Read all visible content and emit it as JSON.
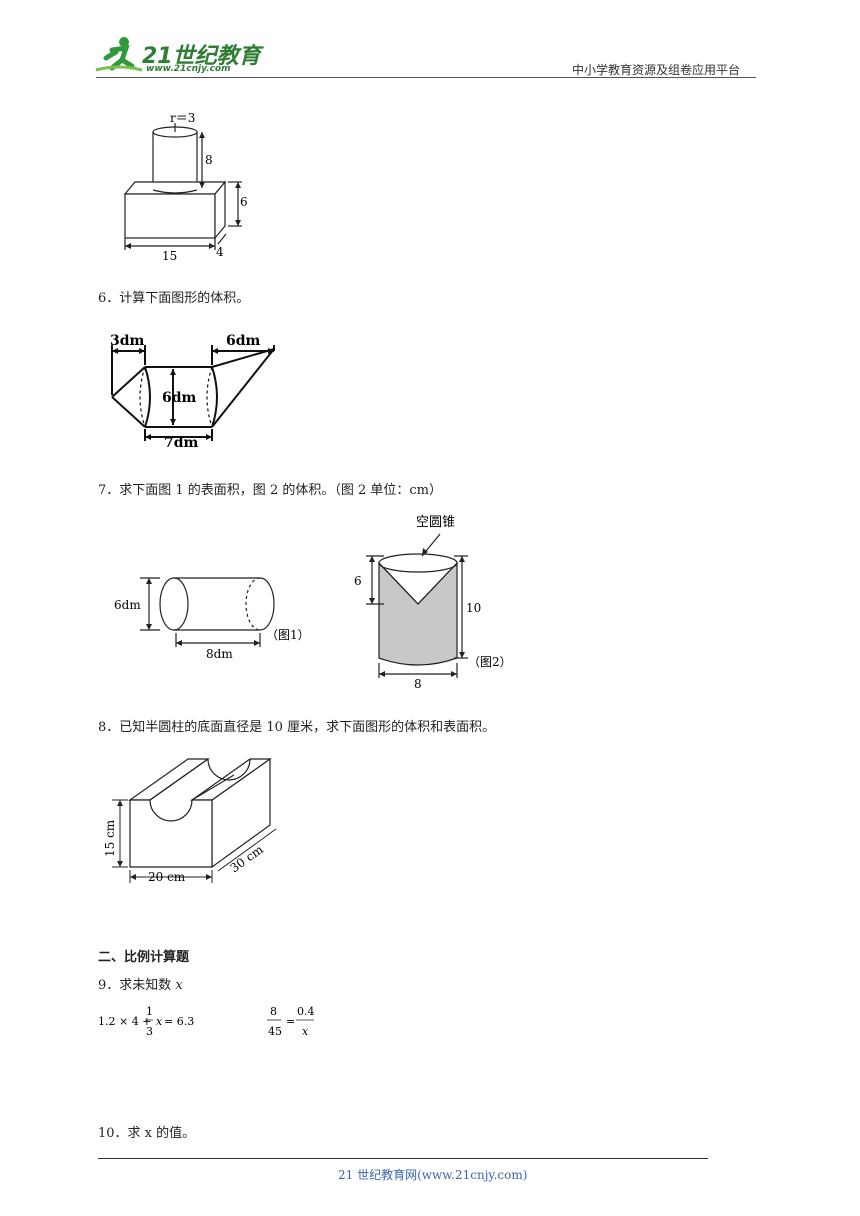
{
  "header": {
    "logo_main": "21世纪教育",
    "logo_url": "www.21cnjy.com",
    "right_text": "中小学教育资源及组卷应用平台"
  },
  "fig5": {
    "r_label": "r＝3",
    "h_label": "8",
    "box_h": "6",
    "box_w": "15",
    "box_d": "4"
  },
  "q6": {
    "text": "6．计算下面图形的体积。",
    "left": "3dm",
    "right": "6dm",
    "dia": "6dm",
    "len": "7dm"
  },
  "q7": {
    "text": "7．求下面图 1 的表面积，图 2 的体积。（图 2 单位：cm）",
    "fig1": {
      "dia": "6dm",
      "len": "8dm",
      "caption": "（图1）"
    },
    "fig2": {
      "top_label": "空圆锥",
      "cone_h": "6",
      "cyl_h": "10",
      "dia": "8",
      "caption": "（图2）"
    }
  },
  "q8": {
    "text": "8．已知半圆柱的底面直径是 10 厘米，求下面图形的体积和表面积。",
    "h": "15 cm",
    "w": "20 cm",
    "d": "30 cm"
  },
  "section2": {
    "title": "二、比例计算题"
  },
  "q9": {
    "text": "9．求未知数 ",
    "var": "x"
  },
  "q10": {
    "text": "10．求 x 的值。"
  },
  "footer": {
    "text": "21 世纪教育网(www.21cnjy.com)"
  }
}
